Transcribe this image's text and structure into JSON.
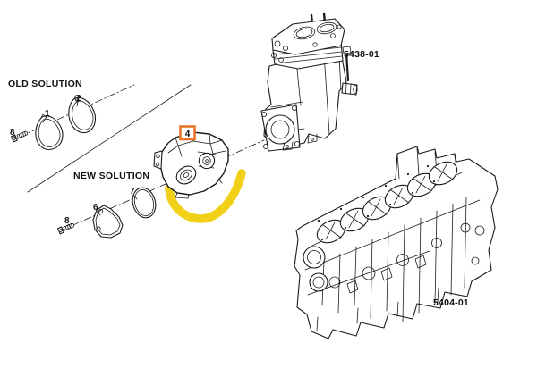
{
  "diagram": {
    "labels": {
      "old_solution": "OLD SOLUTION",
      "new_solution": "NEW SOLUTION",
      "compressor_part_number": "5438-01",
      "engine_block_part_number": "5404-01"
    },
    "callouts": {
      "old_bolt": "8",
      "old_gasket_1": "1",
      "old_gasket_2": "2",
      "pump": "4",
      "new_bolt": "8",
      "new_gasket": "6",
      "new_oring": "7"
    },
    "colors": {
      "line": "#1b1b1b",
      "pump_callout_box": "#e8762a",
      "pump_highlight": "#f0d118",
      "background": "#ffffff"
    }
  }
}
